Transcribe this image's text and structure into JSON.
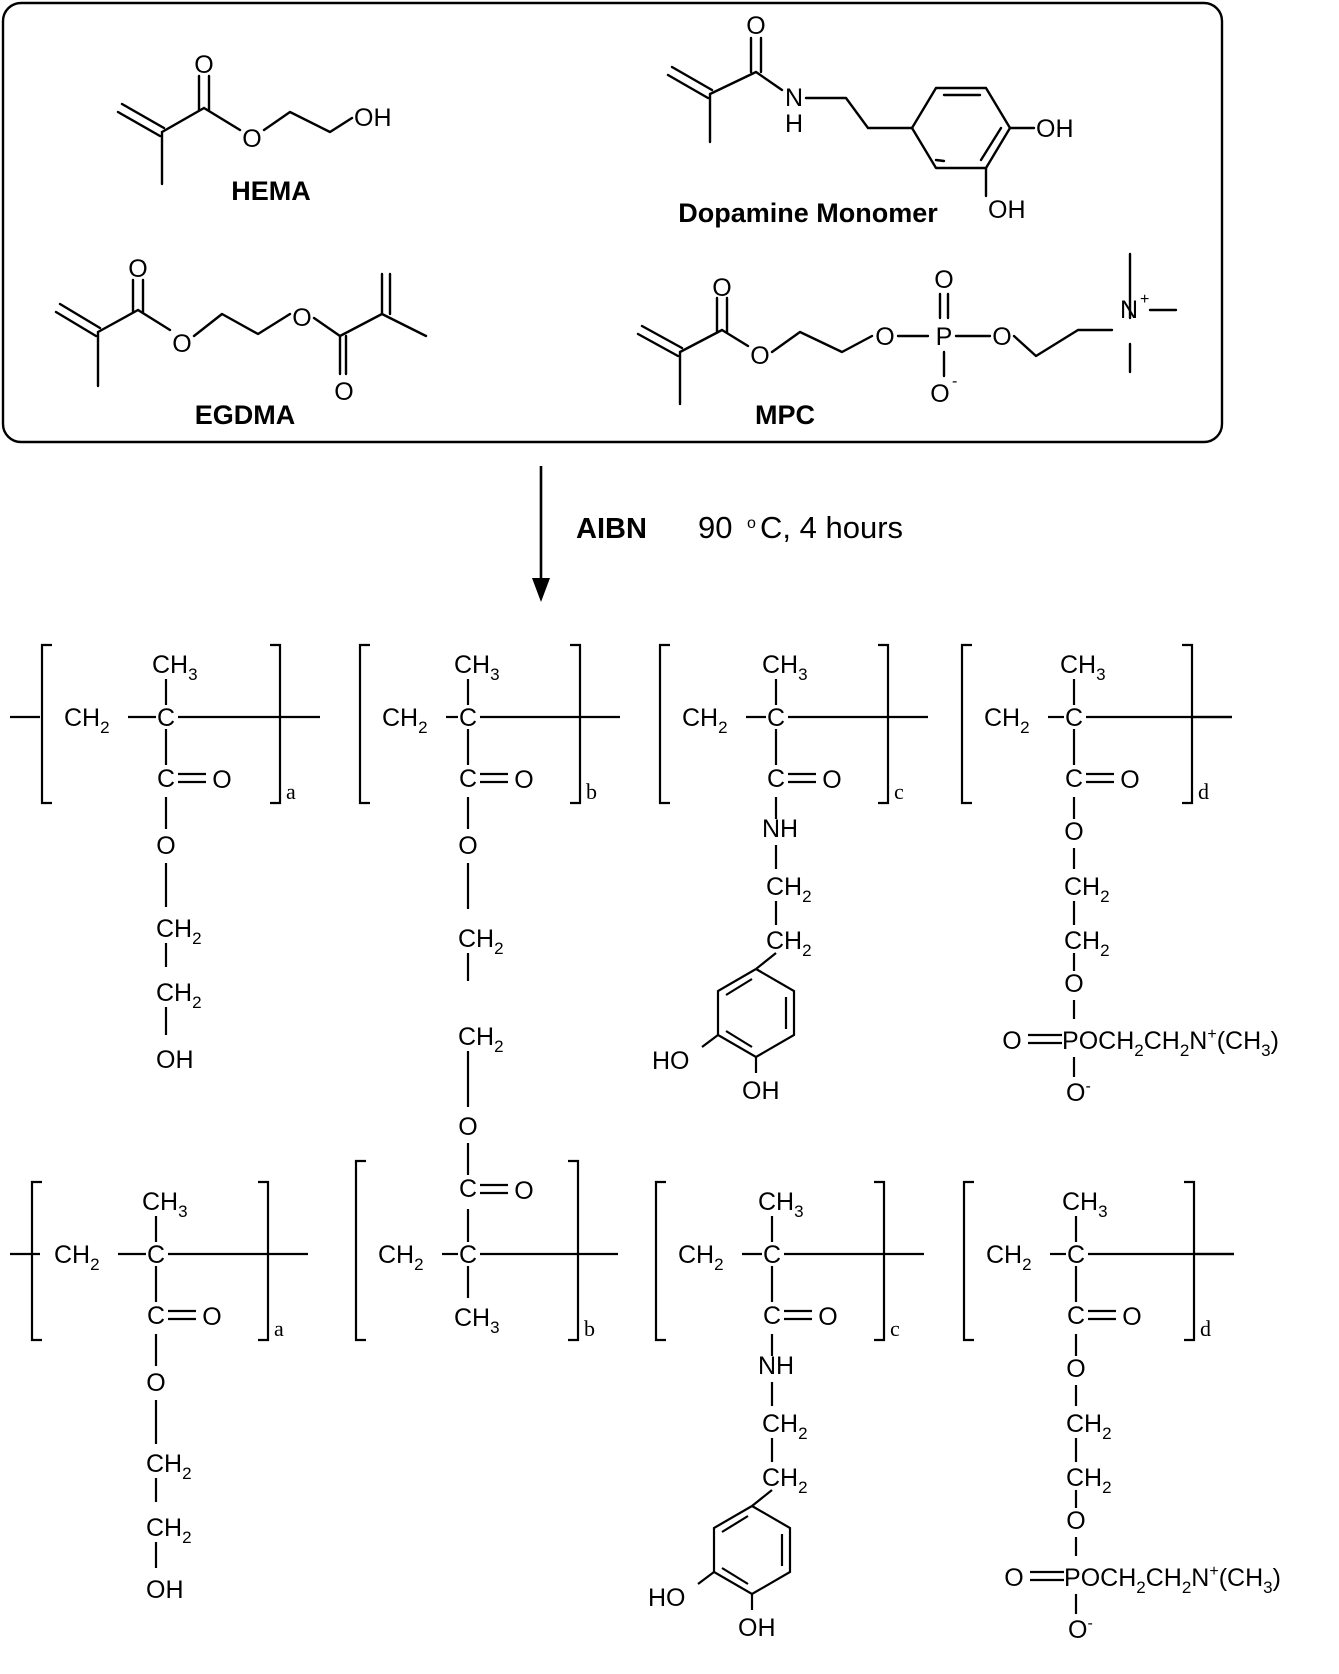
{
  "monomers": {
    "hema": {
      "name": "HEMA",
      "atoms": {
        "o_carbonyl": "O",
        "o_ester": "O",
        "oh": "OH"
      }
    },
    "dopamine": {
      "name": "Dopamine Monomer",
      "atoms": {
        "o_carbonyl": "O",
        "nh_n": "N",
        "nh_h": "H",
        "oh_para": "OH",
        "oh_meta": "OH"
      }
    },
    "egdma": {
      "name": "EGDMA",
      "atoms": {
        "o_carbonyl_1": "O",
        "o_ester_1": "O",
        "o_ester_2": "O",
        "o_carbonyl_2": "O"
      }
    },
    "mpc": {
      "name": "MPC",
      "atoms": {
        "o_carbonyl": "O",
        "o_ester": "O",
        "o_bridge_1": "O",
        "p": "P",
        "o_double": "O",
        "o_bridge_2": "O",
        "o_minus": "O",
        "minus": "-",
        "n": "N",
        "plus": "+"
      }
    }
  },
  "reaction": {
    "initiator": "AIBN",
    "conditions_temp": "90",
    "degree": "o",
    "conditions_rest": "C, 4 hours"
  },
  "polymer": {
    "ch3": "CH",
    "three": "3",
    "ch2": "CH",
    "two": "2",
    "c": "C",
    "o": "O",
    "eq_o": "O",
    "oh": "OH",
    "ho": "HO",
    "nh": "NH",
    "p": "P",
    "po_chain": "OCH",
    "n": "N",
    "plus": "+",
    "me3_open": "(CH",
    "me3_close": ")",
    "minus": "-",
    "subscripts": [
      "a",
      "b",
      "c",
      "d"
    ]
  }
}
